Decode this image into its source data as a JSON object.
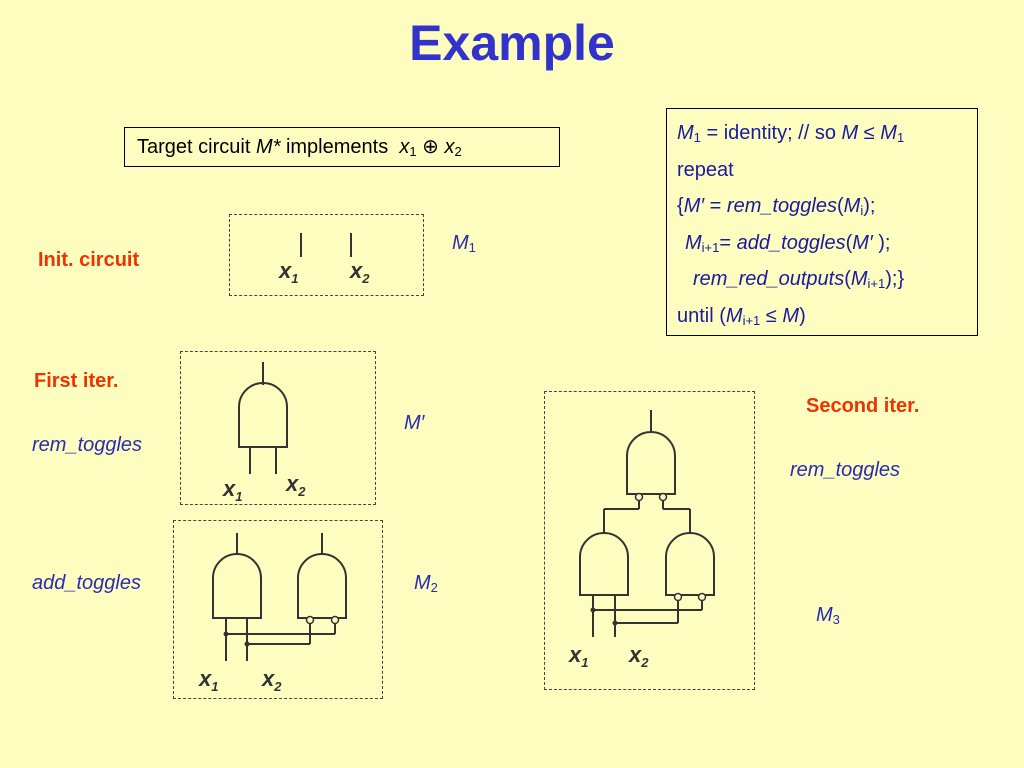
{
  "title": "Example",
  "target": {
    "prefix": "Target circuit ",
    "circuit": "M*",
    "middle": " implements ",
    "var1": "x",
    "sub1": "1",
    "op": "⊕",
    "var2": "x",
    "sub2": "2"
  },
  "algorithm": {
    "line1": {
      "m": "M",
      "s": "1",
      "eq": " = identity; // so ",
      "m2": "M",
      "le": " ≤ ",
      "m3": "M",
      "s3": "1"
    },
    "line2": "repeat",
    "line3": {
      "open": "{",
      "mp": "M′",
      "eq": " = ",
      "fn": "rem_toggles",
      "paren_open": "(",
      "m": "M",
      "s": "i",
      "close": ");"
    },
    "line4": {
      "m": "M",
      "s": "i+1",
      "eq": "= ",
      "fn": "add_toggles",
      "paren_open": "(",
      "mp": "M′",
      "close": " );"
    },
    "line5": {
      "fn": "rem_red_outputs",
      "paren_open": "(",
      "m": "M",
      "s": "i+1",
      "close": ");}"
    },
    "line6": {
      "kw": "until (",
      "m": "M",
      "s": "i+1",
      "le": " ≤ ",
      "m2": "M",
      "close": ")"
    }
  },
  "labels": {
    "init": "Init. circuit",
    "first": "First iter.",
    "second": "Second iter.",
    "rem_left": "rem_toggles",
    "add_left": "add_toggles",
    "rem_right": "rem_toggles"
  },
  "circuit_labels": {
    "m1": {
      "m": "M",
      "s": "1"
    },
    "mprime": "M′",
    "m2": {
      "m": "M",
      "s": "2"
    },
    "m3": {
      "m": "M",
      "s": "3"
    }
  },
  "inputs": {
    "x": "x",
    "s1": "1",
    "s2": "2"
  },
  "colors": {
    "background": "#fdfdc0",
    "title": "#3333cc",
    "red_label": "#ee3300",
    "blue_label": "#2a2ab4"
  }
}
